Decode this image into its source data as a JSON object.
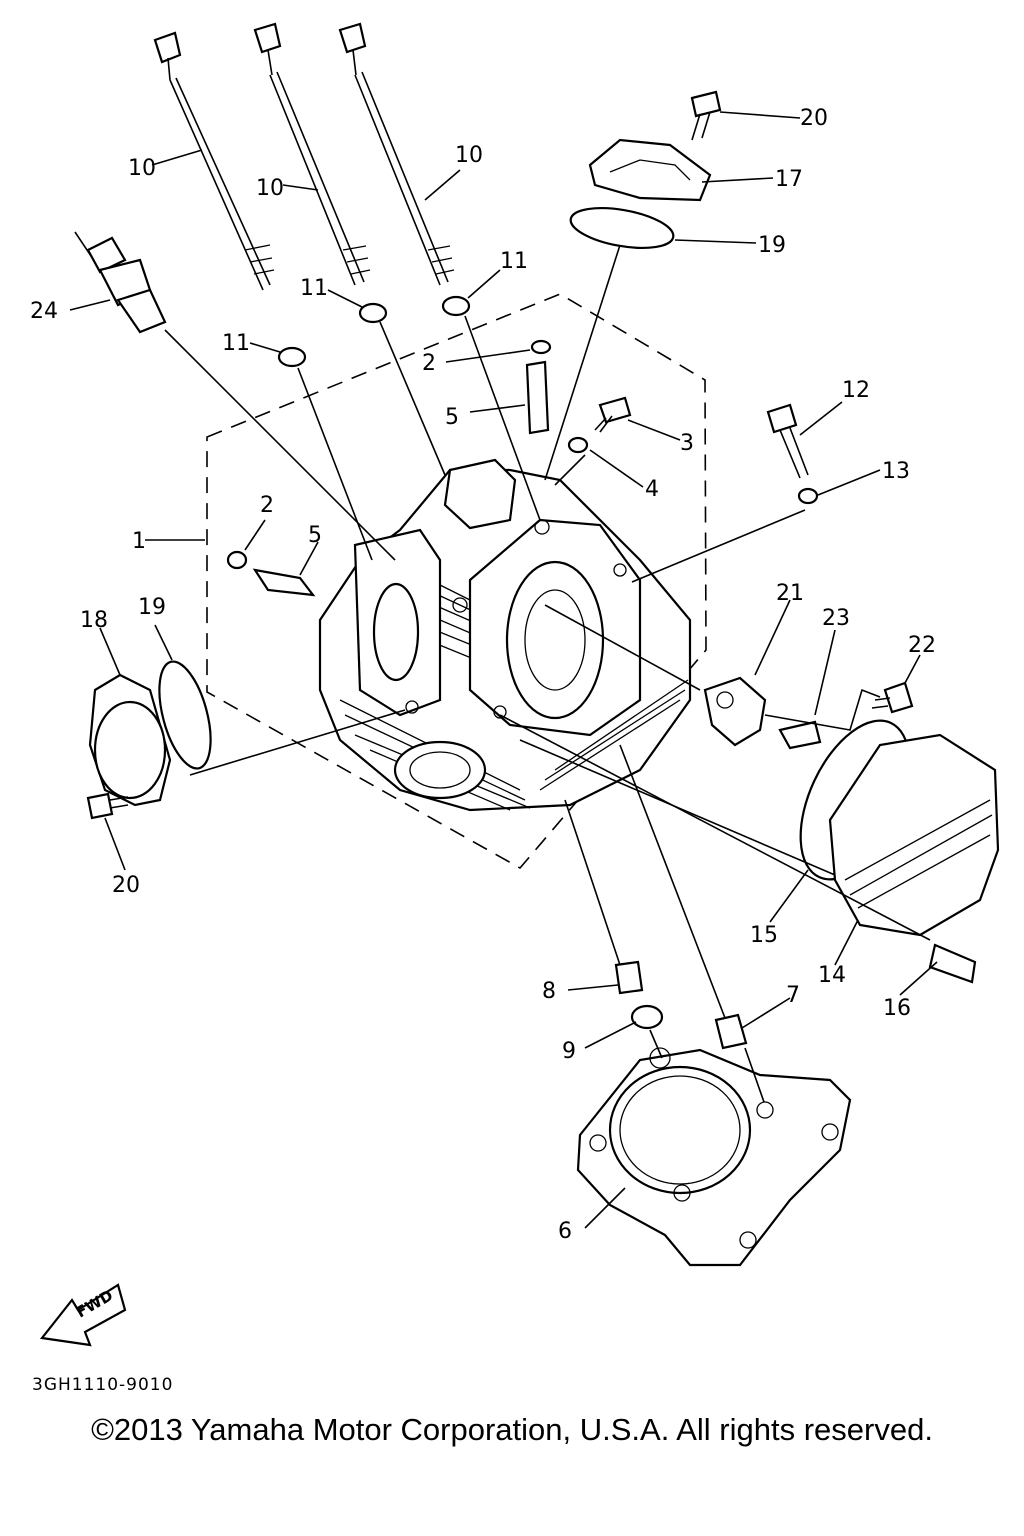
{
  "diagram": {
    "callouts": [
      {
        "id": "c10a",
        "text": "10"
      },
      {
        "id": "c10b",
        "text": "10"
      },
      {
        "id": "c10c",
        "text": "10"
      },
      {
        "id": "c20a",
        "text": "20"
      },
      {
        "id": "c17",
        "text": "17"
      },
      {
        "id": "c19a",
        "text": "19"
      },
      {
        "id": "c24",
        "text": "24"
      },
      {
        "id": "c11a",
        "text": "11"
      },
      {
        "id": "c11b",
        "text": "11"
      },
      {
        "id": "c11c",
        "text": "11"
      },
      {
        "id": "c2a",
        "text": "2"
      },
      {
        "id": "c5a",
        "text": "5"
      },
      {
        "id": "c3",
        "text": "3"
      },
      {
        "id": "c4",
        "text": "4"
      },
      {
        "id": "c12",
        "text": "12"
      },
      {
        "id": "c13",
        "text": "13"
      },
      {
        "id": "c1",
        "text": "1"
      },
      {
        "id": "c2b",
        "text": "2"
      },
      {
        "id": "c5b",
        "text": "5"
      },
      {
        "id": "c18",
        "text": "18"
      },
      {
        "id": "c19b",
        "text": "19"
      },
      {
        "id": "c21",
        "text": "21"
      },
      {
        "id": "c23",
        "text": "23"
      },
      {
        "id": "c22",
        "text": "22"
      },
      {
        "id": "c20b",
        "text": "20"
      },
      {
        "id": "c15",
        "text": "15"
      },
      {
        "id": "c14",
        "text": "14"
      },
      {
        "id": "c16",
        "text": "16"
      },
      {
        "id": "c8",
        "text": "8"
      },
      {
        "id": "c7",
        "text": "7"
      },
      {
        "id": "c9",
        "text": "9"
      },
      {
        "id": "c6",
        "text": "6"
      }
    ],
    "fwd_label": "FWD",
    "drawing_code": "3GH1110-9010"
  },
  "copyright": "©2013 Yamaha Motor Corporation, U.S.A. All rights reserved."
}
